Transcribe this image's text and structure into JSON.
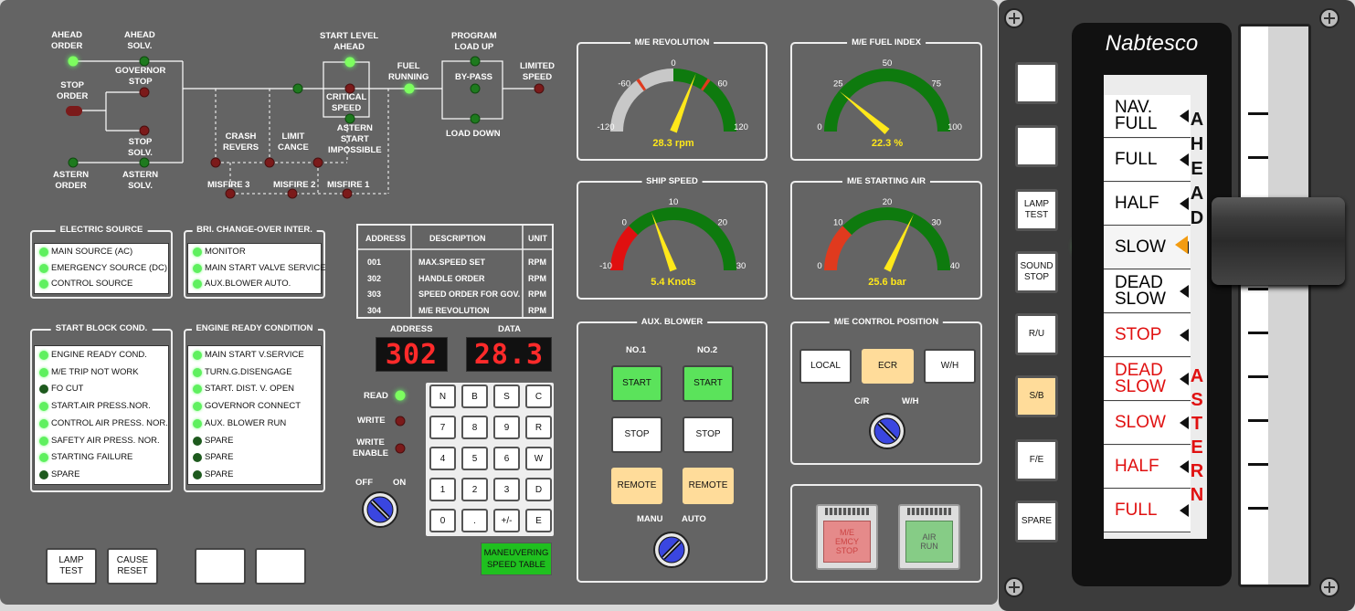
{
  "diagram": {
    "ahead_order": "AHEAD\nORDER",
    "ahead_solv": "AHEAD\nSOLV.",
    "governor_stop": "GOVERNOR\nSTOP",
    "stop_order": "STOP\nORDER",
    "stop_solv": "STOP\nSOLV.",
    "astern_order": "ASTERN\nORDER",
    "astern_solv": "ASTERN\nSOLV.",
    "start_level_ahead": "START LEVEL\nAHEAD",
    "critical_speed": "CRITICAL\nSPEED",
    "astern_start_impossible": "ASTERN\nSTART\nIMPOSSIBLE",
    "crash_revers": "CRASH\nREVERS",
    "limit_cance": "LIMIT\nCANCE",
    "misfire3": "MISFIRE 3",
    "misfire2": "MISFIRE 2",
    "misfire1": "MISFIRE 1",
    "fuel_running": "FUEL\nRUNNING",
    "program_load_up": "PROGRAM\nLOAD UP",
    "by_pass": "BY-PASS",
    "load_down": "LOAD DOWN",
    "limited_speed": "LIMITED\nSPEED"
  },
  "electric_source": {
    "title": "ELECTRIC SOURCE",
    "items": [
      "MAIN SOURCE (AC)",
      "EMERGENCY SOURCE (DC)",
      "CONTROL SOURCE"
    ]
  },
  "bri_changeover": {
    "title": "BRI. CHANGE-OVER INTER.",
    "items": [
      "MONITOR",
      "MAIN START VALVE SERVICE",
      "AUX.BLOWER AUTO."
    ]
  },
  "start_block": {
    "title": "START BLOCK COND.",
    "items": [
      "ENGINE READY COND.",
      "M/E TRIP NOT WORK",
      "FO CUT",
      "START.AIR PRESS.NOR.",
      "CONTROL AIR PRESS. NOR.",
      "SAFETY AIR PRESS. NOR.",
      "STARTING FAILURE",
      "SPARE"
    ]
  },
  "engine_ready": {
    "title": "ENGINE READY CONDITION",
    "items": [
      "MAIN START V.SERVICE",
      "TURN.G.DISENGAGE",
      "START. DIST. V. OPEN",
      "GOVERNOR CONNECT",
      "AUX. BLOWER RUN",
      "SPARE",
      "SPARE",
      "SPARE"
    ]
  },
  "address_table": {
    "headers": [
      "ADDRESS",
      "DESCRIPTION",
      "UNIT"
    ],
    "rows": [
      [
        "001",
        "MAX.SPEED SET",
        "RPM"
      ],
      [
        "302",
        "HANDLE ORDER",
        "RPM"
      ],
      [
        "303",
        "SPEED ORDER FOR GOV.",
        "RPM"
      ],
      [
        "304",
        "M/E REVOLUTION",
        "RPM"
      ]
    ]
  },
  "display": {
    "address_label": "ADDRESS",
    "data_label": "DATA",
    "address": "302",
    "data": "28.3"
  },
  "rw": {
    "read": "READ",
    "write": "WRITE",
    "write_enable": "WRITE\nENABLE",
    "off": "OFF",
    "on": "ON"
  },
  "keypad": [
    "N",
    "B",
    "S",
    "C",
    "7",
    "8",
    "9",
    "R",
    "4",
    "5",
    "6",
    "W",
    "1",
    "2",
    "3",
    "D",
    "0",
    ".",
    "+/-",
    "E"
  ],
  "maneuvering": "MANEUVERING\nSPEED TABLE",
  "bottom_buttons": {
    "lamp_test": "LAMP\nTEST",
    "cause_reset": "CAUSE\nRESET"
  },
  "gauges": {
    "me_revolution": {
      "title": "M/E REVOLUTION",
      "ticks": [
        "-120",
        "-60",
        "0",
        "60",
        "120"
      ],
      "readout": "28.3 rpm",
      "value": 28.3,
      "min": -120,
      "max": 120
    },
    "me_fuel_index": {
      "title": "M/E FUEL INDEX",
      "ticks": [
        "0",
        "25",
        "50",
        "75",
        "100"
      ],
      "readout": "22.3 %",
      "value": 22.3,
      "min": 0,
      "max": 100
    },
    "ship_speed": {
      "title": "SHIP SPEED",
      "ticks": [
        "-10",
        "0",
        "10",
        "20",
        "30"
      ],
      "readout": "5.4 Knots",
      "value": 5.4,
      "min": -10,
      "max": 30
    },
    "me_starting_air": {
      "title": "M/E STARTING AIR",
      "ticks": [
        "0",
        "10",
        "20",
        "30",
        "40"
      ],
      "readout": "25.6 bar",
      "value": 25.6,
      "min": 0,
      "max": 40
    }
  },
  "aux_blower": {
    "title": "AUX. BLOWER",
    "no1": "NO.1",
    "no2": "NO.2",
    "start": "START",
    "stop": "STOP",
    "remote": "REMOTE",
    "manu": "MANU",
    "auto": "AUTO"
  },
  "control_position": {
    "title": "M/E CONTROL POSITION",
    "local": "LOCAL",
    "ecr": "ECR",
    "wh": "W/H",
    "cr_label": "C/R",
    "wh_label": "W/H"
  },
  "emergency": {
    "me_emcy_stop": "M/E\nEMCY\nSTOP",
    "air_run": "AIR\nRUN"
  },
  "telegraph": {
    "brand": "Nabtesco",
    "side_buttons": [
      "",
      "",
      "LAMP\nTEST",
      "SOUND\nSTOP",
      "R/U",
      "S/B",
      "F/E",
      "SPARE"
    ],
    "orders": [
      "NAV.\nFULL",
      "FULL",
      "HALF",
      "SLOW",
      "DEAD\nSLOW",
      "STOP",
      "DEAD\nSLOW",
      "SLOW",
      "HALF",
      "FULL"
    ],
    "ahead": "AHEAD",
    "astern": "ASTERN",
    "selected": "SLOW"
  },
  "colors": {
    "panel": "#646464",
    "green_on": "#5ff05f",
    "red_text": "#e01010",
    "amber": "#ffdc9a"
  }
}
